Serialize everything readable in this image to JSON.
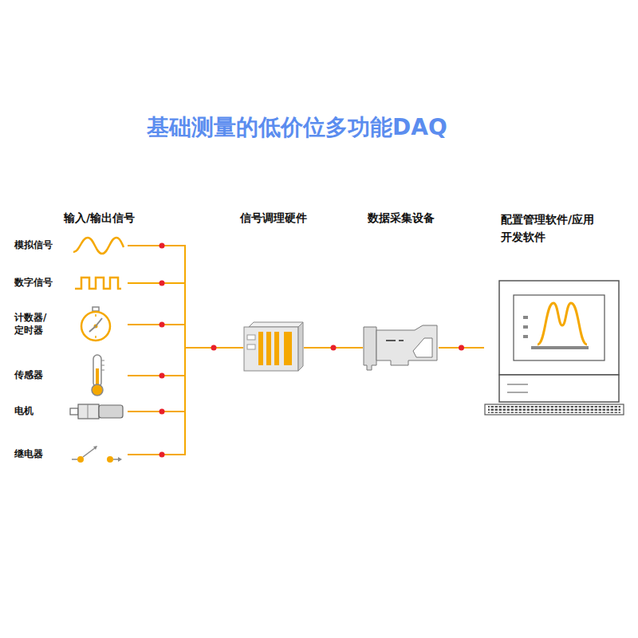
{
  "diagram": {
    "title": "基础测量的低价位多功能DAQ",
    "nodes": [
      {
        "text": [
          "模拟信号"
        ]
      },
      {
        "text": [
          "数字信号"
        ]
      },
      {
        "text": [
          "计数器/ 定时器"
        ]
      },
      {
        "text": [
          "传感器"
        ]
      },
      {
        "text": [
          "电机"
        ]
      },
      {
        "text": [
          "继电器"
        ]
      },
      {
        "text": [
          "信号调理硬件"
        ]
      },
      {
        "text": [
          "数据采集设备"
        ]
      },
      {
        "text": [
          "配置管理软件/应用 开发软件"
        ]
      }
    ],
    "edges": [
      {
        "from": 0,
        "to": 6,
        "arrow": "none"
      },
      {
        "from": 1,
        "to": 6,
        "arrow": "none"
      },
      {
        "from": 2,
        "to": 6,
        "arrow": "none"
      },
      {
        "from": 3,
        "to": 6,
        "arrow": "none"
      },
      {
        "from": 4,
        "to": 6,
        "arrow": "none"
      },
      {
        "from": 5,
        "to": 6,
        "arrow": "none"
      },
      {
        "from": 6,
        "to": 7,
        "arrow": "none"
      },
      {
        "from": 7,
        "to": 8,
        "arrow": "none"
      }
    ],
    "labels": [
      "输入/输出信号"
    ]
  }
}
